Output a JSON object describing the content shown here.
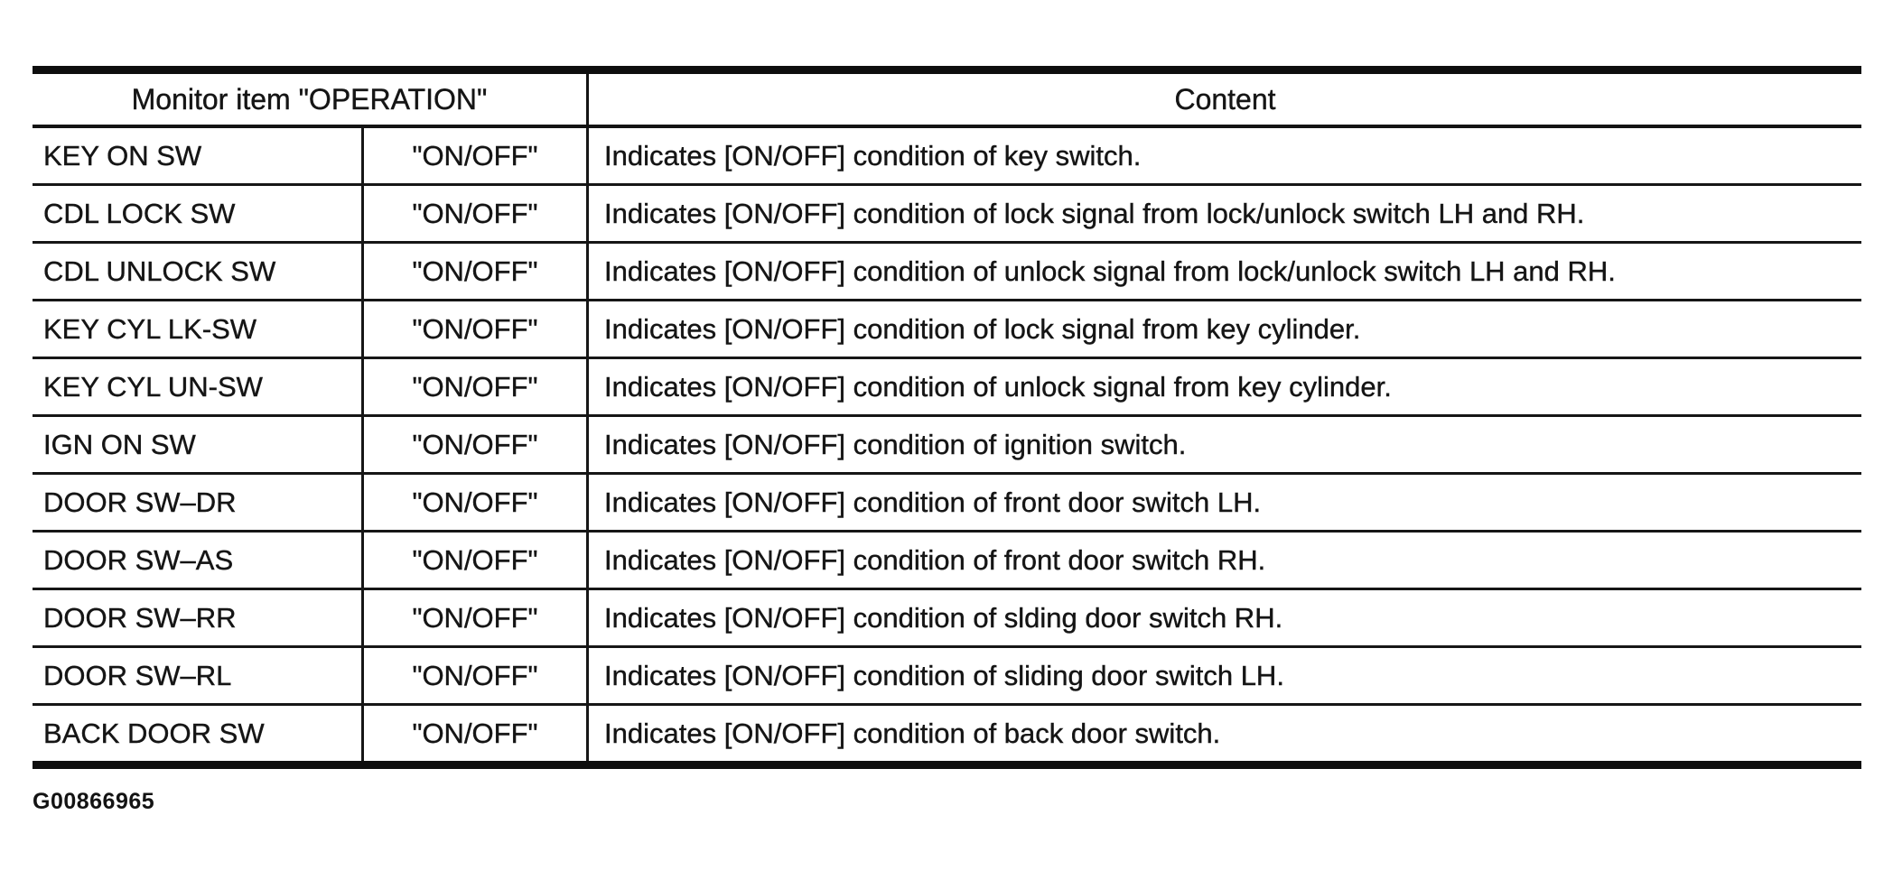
{
  "table": {
    "header": {
      "monitor_item": "Monitor item \"OPERATION\"",
      "content": "Content"
    },
    "rows": [
      {
        "item": "KEY ON SW",
        "operation": "\"ON/OFF\"",
        "content": "Indicates [ON/OFF] condition of key switch."
      },
      {
        "item": "CDL LOCK SW",
        "operation": "\"ON/OFF\"",
        "content": "Indicates [ON/OFF] condition of lock signal from lock/unlock switch LH and RH."
      },
      {
        "item": "CDL UNLOCK SW",
        "operation": "\"ON/OFF\"",
        "content": "Indicates [ON/OFF] condition of unlock signal from lock/unlock switch LH and RH."
      },
      {
        "item": "KEY CYL LK-SW",
        "operation": "\"ON/OFF\"",
        "content": "Indicates [ON/OFF] condition of lock signal from key cylinder."
      },
      {
        "item": "KEY CYL UN-SW",
        "operation": "\"ON/OFF\"",
        "content": "Indicates [ON/OFF] condition of unlock signal from key cylinder."
      },
      {
        "item": "IGN ON SW",
        "operation": "\"ON/OFF\"",
        "content": "Indicates [ON/OFF] condition of ignition switch."
      },
      {
        "item": "DOOR SW–DR",
        "operation": "\"ON/OFF\"",
        "content": "Indicates [ON/OFF] condition of front door switch LH."
      },
      {
        "item": "DOOR SW–AS",
        "operation": "\"ON/OFF\"",
        "content": "Indicates [ON/OFF] condition of front door switch RH."
      },
      {
        "item": "DOOR SW–RR",
        "operation": "\"ON/OFF\"",
        "content": "Indicates [ON/OFF] condition of slding door switch RH."
      },
      {
        "item": "DOOR SW–RL",
        "operation": "\"ON/OFF\"",
        "content": "Indicates [ON/OFF] condition of sliding door switch LH."
      },
      {
        "item": "BACK DOOR SW",
        "operation": "\"ON/OFF\"",
        "content": "Indicates [ON/OFF] condition of back door switch."
      }
    ],
    "figure_id": "G00866965"
  }
}
